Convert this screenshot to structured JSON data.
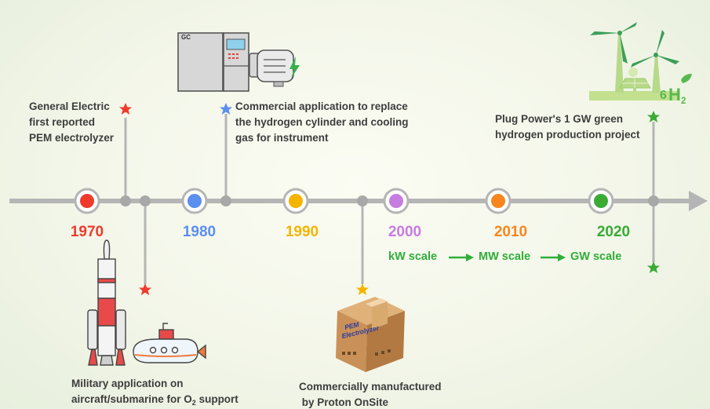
{
  "colors": {
    "c1970": "#ef3b2c",
    "c1980": "#5b8ff0",
    "c1990": "#f5b400",
    "c2000": "#c77ce0",
    "c2010": "#f7861e",
    "c2020": "#3aab35",
    "scale_green": "#2fae39",
    "axis_gray": "#b5b5b5"
  },
  "years": [
    "1970",
    "1980",
    "1990",
    "2000",
    "2010",
    "2020"
  ],
  "events": {
    "ge": [
      "General Electric",
      "first reported",
      "PEM electrolyzer"
    ],
    "commercial": [
      "Commercial application to replace",
      "the hydrogen cylinder and cooling",
      "gas for instrument"
    ],
    "military": [
      "Military application on",
      "aircraft/submarine for O",
      "2",
      " support"
    ],
    "proton": [
      "Commercially manufactured",
      " by Proton OnSite"
    ],
    "plug": [
      "Plug Power's 1 GW green",
      "hydrogen production project"
    ]
  },
  "scales": [
    "kW scale",
    "MW scale",
    "GW scale"
  ],
  "labels": {
    "gc": "GC",
    "pem_box": [
      "PEM",
      "Electrolyzer"
    ],
    "h2": [
      "H",
      "2"
    ]
  },
  "icons": [
    "gas-chromatograph-icon",
    "lightning-icon",
    "rocket-icon",
    "submarine-icon",
    "cardboard-box-icon",
    "wind-turbine-icon",
    "solar-panel-icon",
    "leaf-icon",
    "star-icon"
  ]
}
